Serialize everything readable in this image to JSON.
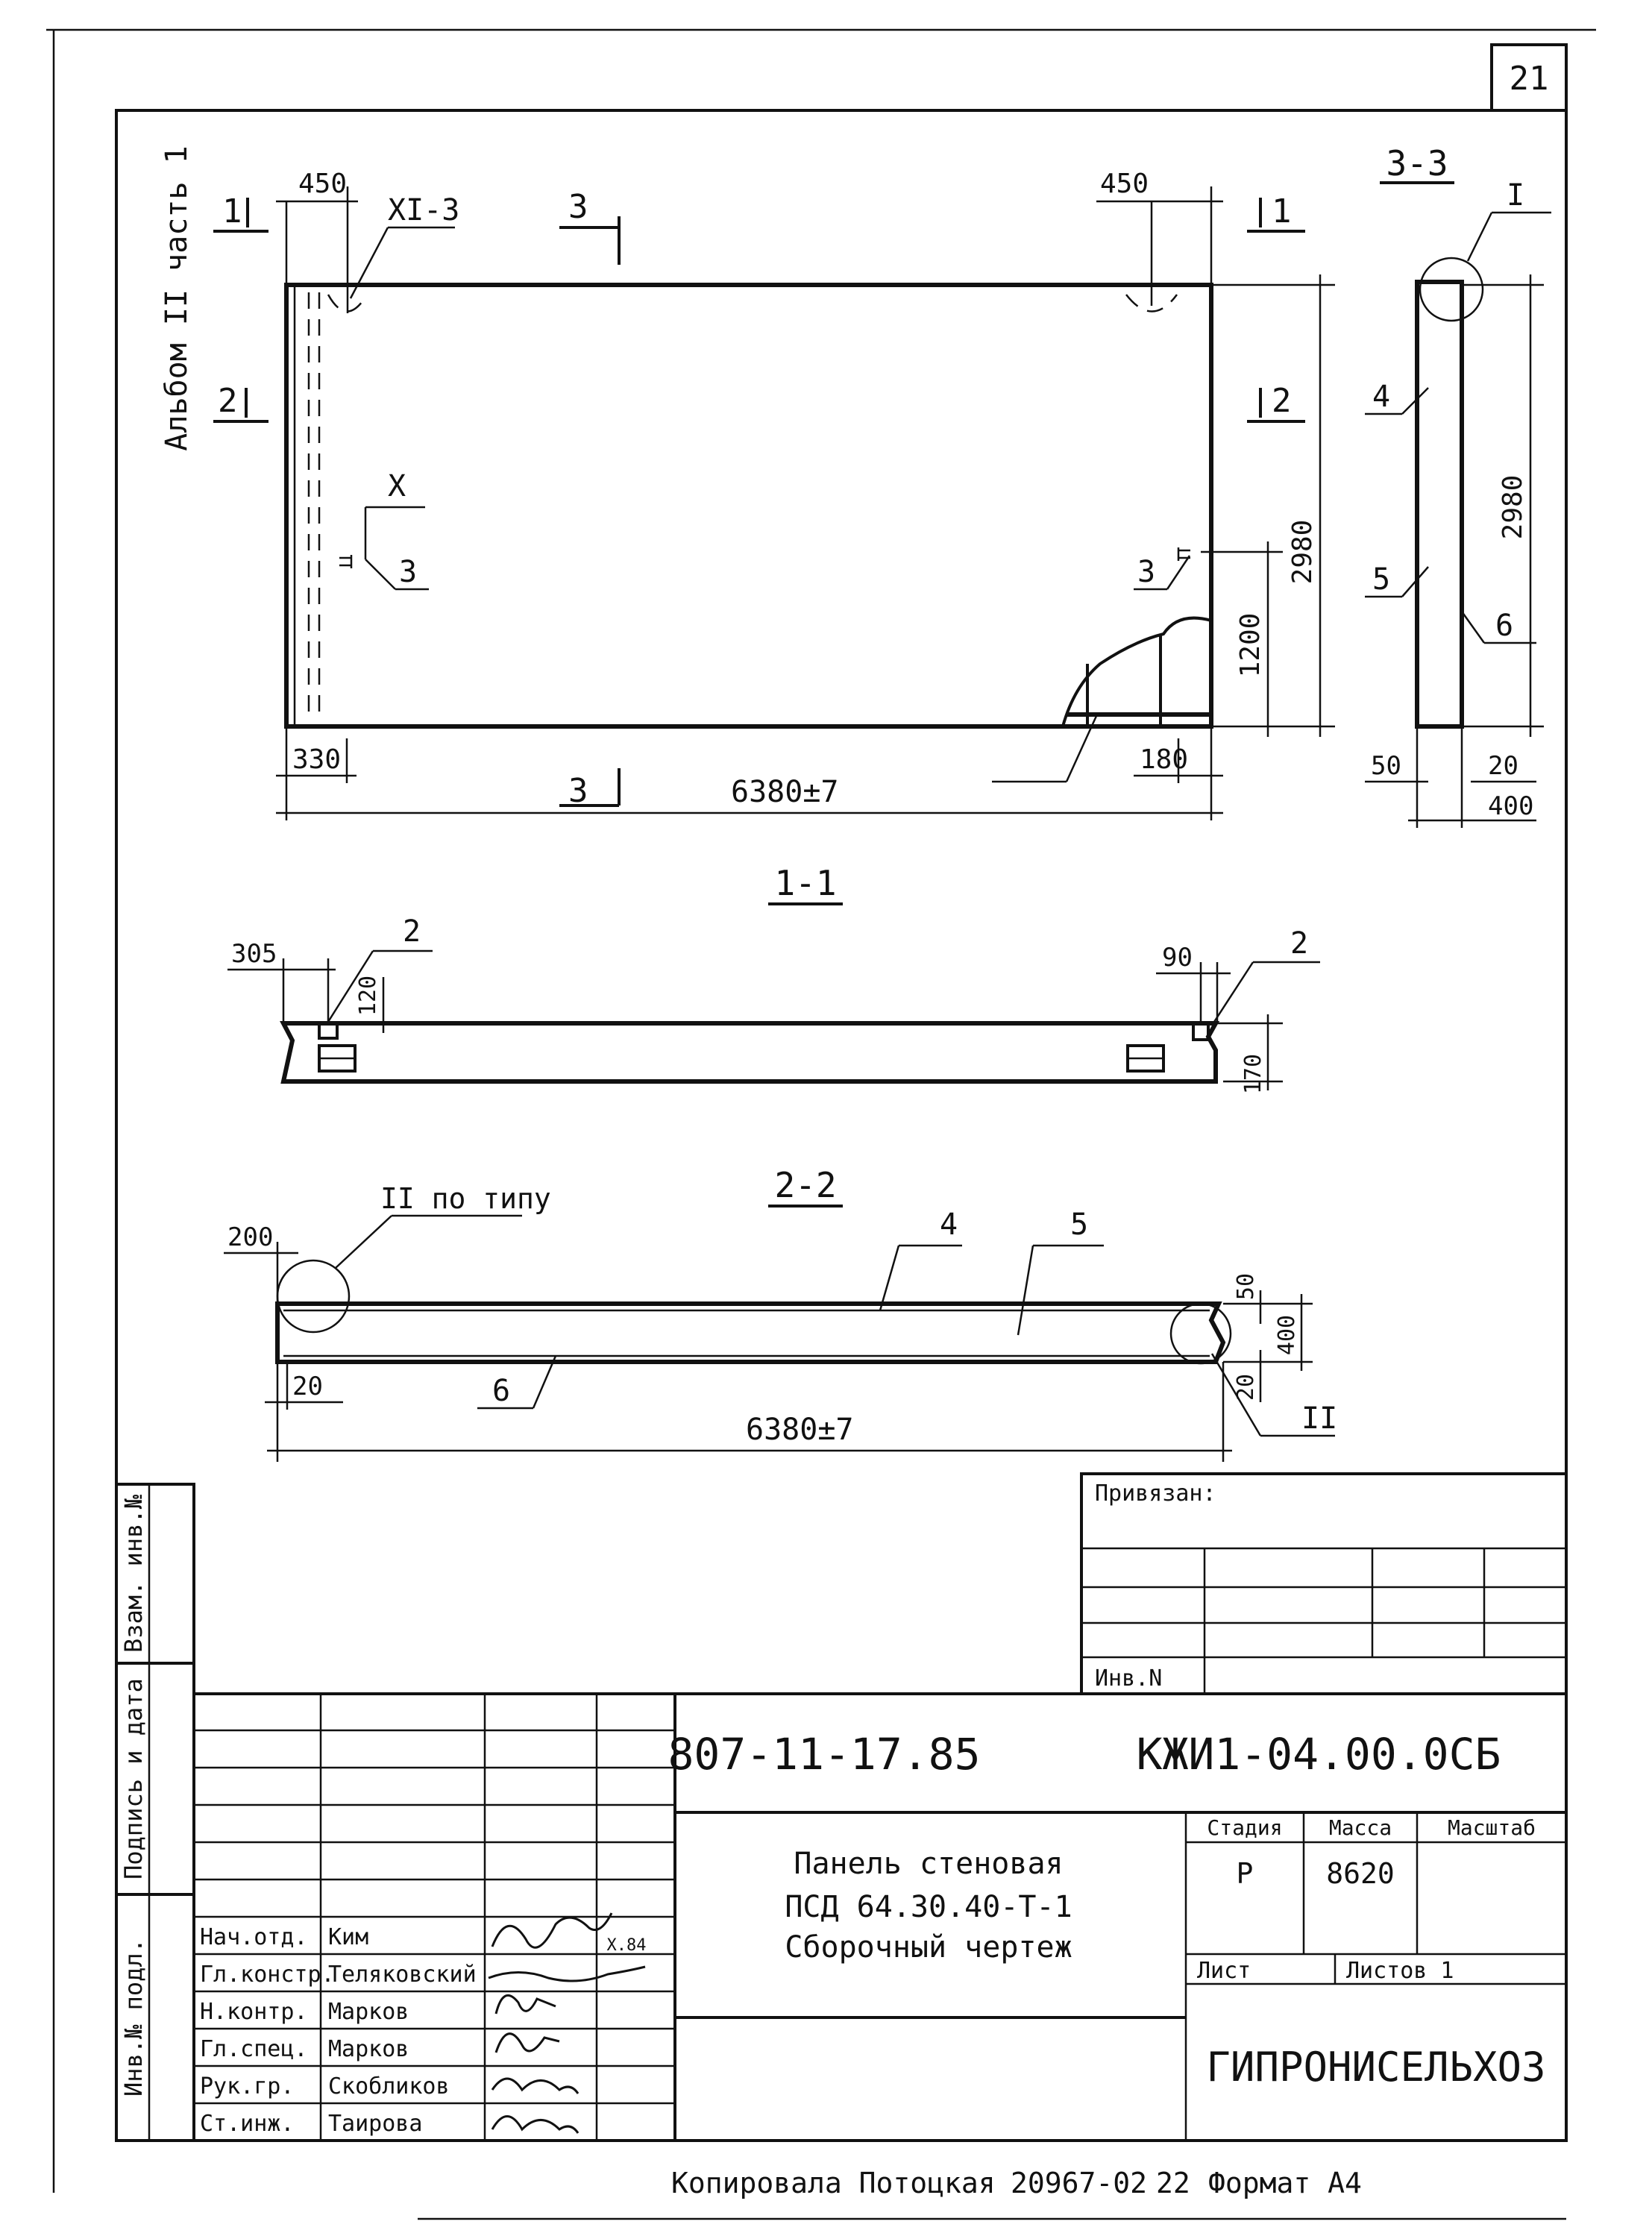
{
  "sheet": {
    "sheet_number": "21",
    "album": "Альбом II часть 1",
    "copied_by": "Копировала Потоцкая",
    "order_number": "20967-02",
    "copy_count": "22",
    "format": "Формат А4"
  },
  "views": {
    "main": {
      "section_marks": {
        "s1": "1",
        "s2": "2",
        "s3": "3"
      },
      "dims": {
        "d450_left": "450",
        "d450_right": "450",
        "d330": "330",
        "d180": "180",
        "length": "6380±7",
        "height": "2980",
        "d1200": "1200"
      },
      "callouts": {
        "node_xi": "XI-3",
        "node_x": "X",
        "item_3a": "3",
        "item_3b": "3"
      }
    },
    "section_1_1": {
      "title": "1-1",
      "dims": {
        "d305": "305",
        "d120": "120",
        "d90": "90",
        "d170": "170"
      },
      "callouts": {
        "item_2a": "2",
        "item_2b": "2"
      }
    },
    "section_2_2": {
      "title": "2-2",
      "dims": {
        "d200": "200",
        "d50": "50",
        "d400": "400",
        "d20_right": "20",
        "d20_left": "20",
        "length": "6380±7"
      },
      "callouts": {
        "node_ii_type": "II по типу",
        "node_ii": "II",
        "item_4": "4",
        "item_5": "5",
        "item_6": "6"
      }
    },
    "section_3_3": {
      "title": "3-3",
      "dims": {
        "height": "2980",
        "d50": "50",
        "d20": "20",
        "d400": "400"
      },
      "callouts": {
        "node_i": "I",
        "item_4": "4",
        "item_5": "5",
        "item_6": "6"
      }
    }
  },
  "side_stamp": {
    "vzam": "Взам. инв.№",
    "podpis": "Подпись и дата",
    "inv_podl": "Инв.№ подл."
  },
  "binding_block": {
    "privyazan": "Привязан:",
    "inv_n": "Инв.N"
  },
  "title_block": {
    "project_code": "807-11-17.85",
    "drawing_code": "КЖИ1-04.00.0СБ",
    "name_line1": "Панель стеновая",
    "name_line2": "ПСД 64.30.40-Т-1",
    "name_line3": "Сборочный чертеж",
    "stadiya_label": "Стадия",
    "massa_label": "Масса",
    "masshtab_label": "Масштаб",
    "stadiya": "Р",
    "massa": "8620",
    "list_label": "Лист",
    "listov_label": "Листов 1",
    "organization": "ГИПРОНИСЕЛЬХОЗ",
    "date": "Х.84",
    "staff": [
      {
        "role": "Нач.отд.",
        "name": "Ким"
      },
      {
        "role": "Гл.констр.",
        "name": "Теляковский"
      },
      {
        "role": "Н.контр.",
        "name": "Марков"
      },
      {
        "role": "Гл.спец.",
        "name": "Марков"
      },
      {
        "role": "Рук.гр.",
        "name": "Скобликов"
      },
      {
        "role": "Ст.инж.",
        "name": "Таирова"
      }
    ]
  }
}
